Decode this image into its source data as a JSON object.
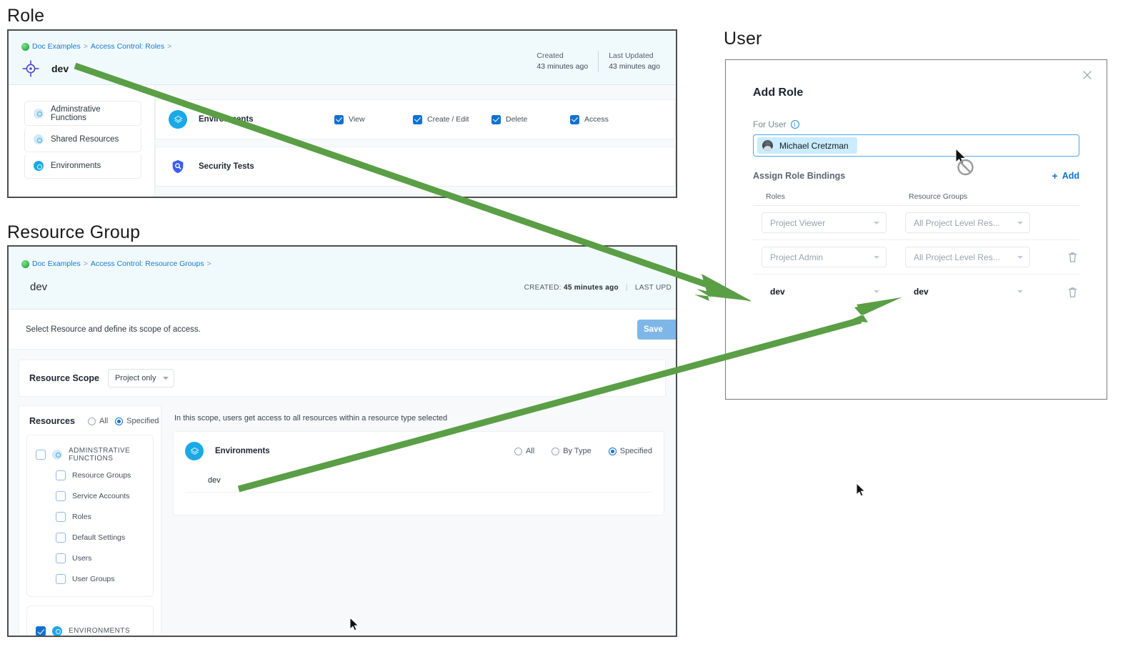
{
  "captions": {
    "role": "Role",
    "resource_group": "Resource Group",
    "user": "User"
  },
  "role_panel": {
    "breadcrumb": {
      "root": "Doc Examples",
      "section": "Access Control: Roles",
      "sep": ">"
    },
    "title": "dev",
    "timestamps": [
      {
        "label": "Created",
        "value": "43 minutes ago"
      },
      {
        "label": "Last Updated",
        "value": "43 minutes ago"
      }
    ],
    "sidebar": [
      {
        "label": "Adminstrative Functions",
        "icon": "pale-dot-icon"
      },
      {
        "label": "Shared Resources",
        "icon": "pale-dot-icon"
      },
      {
        "label": "Environments",
        "icon": "solid-dot-icon"
      }
    ],
    "permission_rows": [
      {
        "name": "Environments",
        "icon": "environments-icon",
        "permissions": [
          {
            "label": "View",
            "checked": true
          },
          {
            "label": "Create / Edit",
            "checked": true
          },
          {
            "label": "Delete",
            "checked": true
          },
          {
            "label": "Access",
            "checked": true
          }
        ]
      },
      {
        "name": "Security Tests",
        "icon": "shield-icon",
        "permissions": []
      }
    ]
  },
  "resource_group_panel": {
    "breadcrumb": {
      "root": "Doc Examples",
      "section": "Access Control: Resource Groups",
      "sep": ">"
    },
    "title": "dev",
    "created_label": "CREATED:",
    "created_value": "45 minutes ago",
    "updated_label": "LAST UPD",
    "subtitle": "Select Resource and define its scope of access.",
    "save_label": "Save",
    "scope": {
      "label": "Resource Scope",
      "value": "Project only"
    },
    "resources": {
      "title": "Resources",
      "options": [
        {
          "label": "All",
          "selected": false
        },
        {
          "label": "Specified",
          "selected": true
        }
      ],
      "groups": [
        {
          "label": "ADMINSTRATIVE FUNCTIONS",
          "checked": false,
          "children": [
            {
              "label": "Resource Groups",
              "checked": false
            },
            {
              "label": "Service Accounts",
              "checked": false
            },
            {
              "label": "Roles",
              "checked": false
            },
            {
              "label": "Default Settings",
              "checked": false
            },
            {
              "label": "Users",
              "checked": false
            },
            {
              "label": "User Groups",
              "checked": false
            }
          ]
        },
        {
          "label": "ENVIRONMENTS",
          "checked": true,
          "children": []
        }
      ]
    },
    "scope_panel": {
      "note": "In this scope, users get access to all resources within a resource type selected",
      "card": {
        "name": "Environments",
        "options": [
          {
            "label": "All",
            "selected": false
          },
          {
            "label": "By Type",
            "selected": false
          },
          {
            "label": "Specified",
            "selected": true
          }
        ],
        "items": [
          "dev"
        ]
      }
    }
  },
  "user_panel": {
    "dialog_title": "Add Role",
    "close_icon": "close-icon",
    "for_user_label": "For User",
    "for_user_value": "Michael Cretzman",
    "assign_title": "Assign Role Bindings",
    "add_label": "Add",
    "columns": {
      "roles": "Roles",
      "resource_groups": "Resource Groups"
    },
    "bindings": [
      {
        "role": "Project Viewer",
        "resource_group": "All Project Level Res...",
        "placeholder": true,
        "deletable": false
      },
      {
        "role": "Project Admin",
        "resource_group": "All Project Level Res...",
        "placeholder": true,
        "deletable": true
      },
      {
        "role": "dev",
        "resource_group": "dev",
        "placeholder": false,
        "deletable": true
      }
    ]
  },
  "colors": {
    "arrow_green": "#5a9e45",
    "accent_blue": "#1071d3",
    "header_bg": "#f0fafd",
    "cyan_icon": "#1aa9e8",
    "save_btn": "#7fb6e8"
  }
}
